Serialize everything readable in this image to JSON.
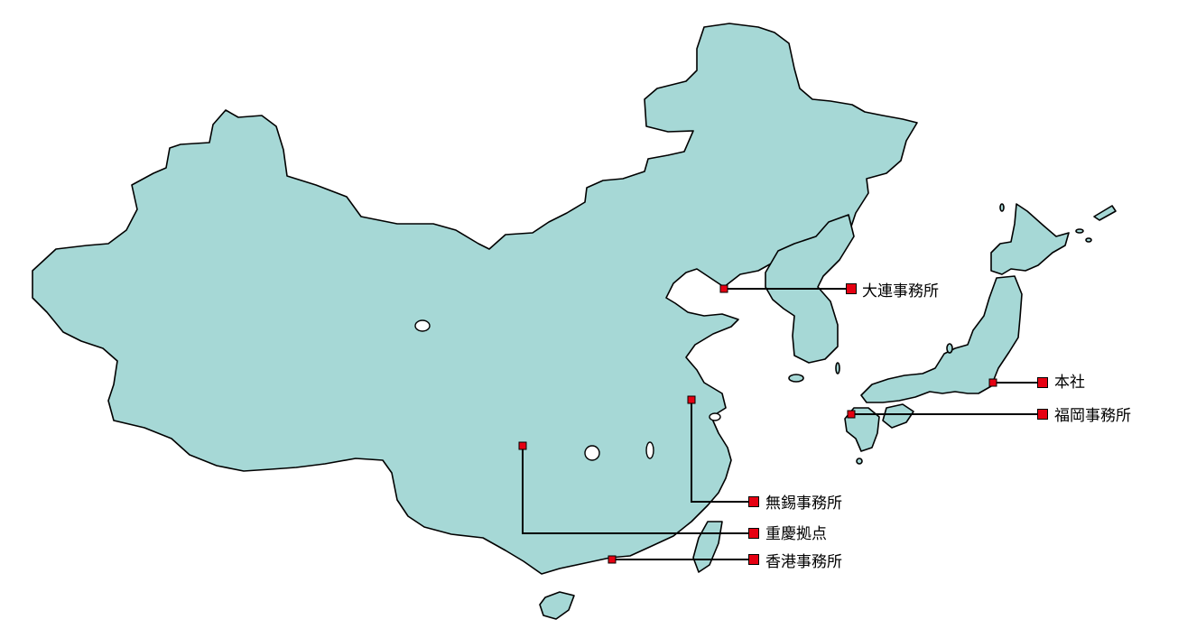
{
  "colors": {
    "land": "#a6d8d6",
    "outline": "#000000",
    "marker": "#e60012",
    "leader": "#000000",
    "background": "#ffffff"
  },
  "locations": [
    {
      "id": "dalian",
      "label": "大連事務所"
    },
    {
      "id": "honsha",
      "label": "本社"
    },
    {
      "id": "fukuoka",
      "label": "福岡事務所"
    },
    {
      "id": "wuxi",
      "label": "無錫事務所"
    },
    {
      "id": "chongqing",
      "label": "重慶拠点"
    },
    {
      "id": "hongkong",
      "label": "香港事務所"
    }
  ]
}
